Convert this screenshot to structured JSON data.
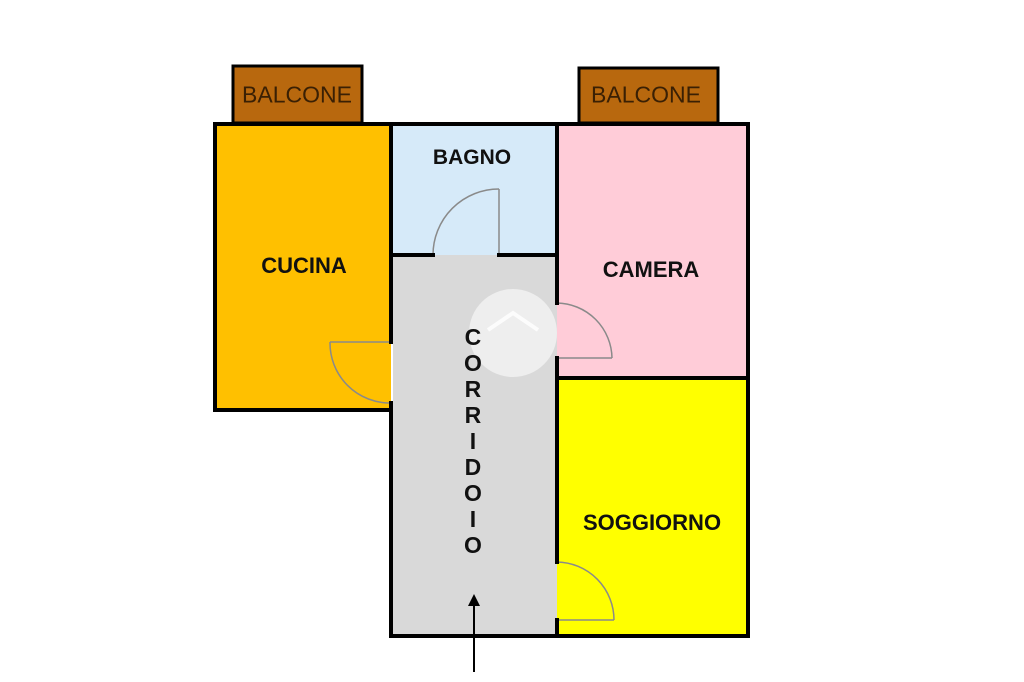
{
  "floor_plan": {
    "rooms": {
      "cucina": {
        "label": "CUCINA",
        "fill": "#FFC000"
      },
      "bagno": {
        "label": "BAGNO",
        "fill": "#D6EAF9"
      },
      "camera": {
        "label": "CAMERA",
        "fill": "#FFCCD8"
      },
      "soggiorno": {
        "label": "SOGGIORNO",
        "fill": "#FFFF00"
      },
      "corridoio": {
        "label": "CORRIDOIO",
        "fill": "#D9D9D9"
      }
    },
    "balconies": [
      {
        "label": "BALCONE",
        "fill": "#B8680E"
      },
      {
        "label": "BALCONE",
        "fill": "#B8680E"
      }
    ],
    "wall_color": "#000000",
    "icons": [
      "entrance-arrow-icon",
      "watermark-home-icon"
    ]
  }
}
